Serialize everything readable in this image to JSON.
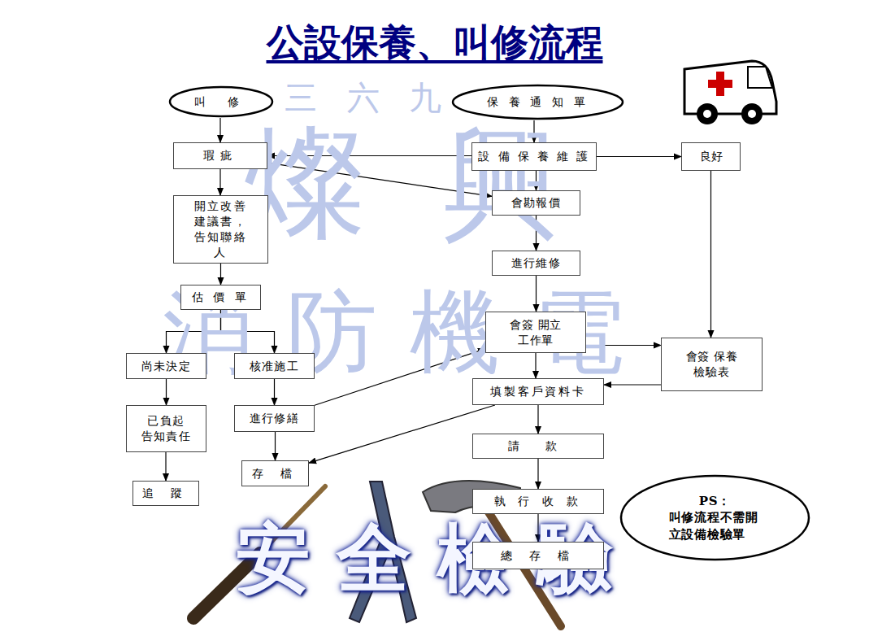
{
  "diagram": {
    "title": "公設保養、叫修流程",
    "nodes": [
      {
        "text": [
          "叫 修"
        ]
      },
      {
        "text": [
          "保 養 通 知 單"
        ]
      },
      {
        "text": [
          "瑕疵"
        ]
      },
      {
        "text": [
          "設 備 保 養 維 護"
        ]
      },
      {
        "text": [
          "良好"
        ]
      },
      {
        "text": [
          "開立改善建議書， 告知聯絡人"
        ]
      },
      {
        "text": [
          "會勘報價"
        ]
      },
      {
        "text": [
          "進行維修"
        ]
      },
      {
        "text": [
          "估 價 單"
        ]
      },
      {
        "text": [
          "會簽 開立工作單"
        ]
      },
      {
        "text": [
          "會簽 保養檢驗表"
        ]
      },
      {
        "text": [
          "尚未決定"
        ]
      },
      {
        "text": [
          "核准施工"
        ]
      },
      {
        "text": [
          "填製客戶資料卡"
        ]
      },
      {
        "text": [
          "已負起 告知責任"
        ]
      },
      {
        "text": [
          "進行修繕"
        ]
      },
      {
        "text": [
          "請 款"
        ]
      },
      {
        "text": [
          "存 檔"
        ]
      },
      {
        "text": [
          "追 蹤"
        ]
      },
      {
        "text": [
          "執 行 收 款"
        ]
      },
      {
        "text": [
          "總 存 檔"
        ]
      },
      {
        "text": [
          "PS：",
          "叫修流程不需開立設備檢驗單"
        ]
      }
    ],
    "edges": [
      {
        "from": 0,
        "to": 2,
        "arrow": "to"
      },
      {
        "from": 1,
        "to": 3,
        "arrow": "to"
      },
      {
        "from": 3,
        "to": 2,
        "arrow": "to"
      },
      {
        "from": 3,
        "to": 4,
        "arrow": "to"
      },
      {
        "from": 2,
        "to": 6,
        "arrow": "to"
      },
      {
        "from": 3,
        "to": 6,
        "arrow": "to"
      },
      {
        "from": 6,
        "to": 7,
        "arrow": "to"
      },
      {
        "from": 7,
        "to": 9,
        "arrow": "to"
      },
      {
        "from": 4,
        "to": 10,
        "arrow": "to"
      },
      {
        "from": 9,
        "to": 10,
        "arrow": "to"
      },
      {
        "from": 10,
        "to": 13,
        "arrow": "to"
      },
      {
        "from": 9,
        "to": 13,
        "arrow": "to"
      },
      {
        "from": 13,
        "to": 16,
        "arrow": "to"
      },
      {
        "from": 16,
        "to": 19,
        "arrow": "to"
      },
      {
        "from": 19,
        "to": 20,
        "arrow": "to"
      },
      {
        "from": 2,
        "to": 5,
        "arrow": "to"
      },
      {
        "from": 5,
        "to": 8,
        "arrow": "to"
      },
      {
        "from": 8,
        "to": 11,
        "arrow": "to"
      },
      {
        "from": 8,
        "to": 12,
        "arrow": "to"
      },
      {
        "from": 11,
        "to": 14,
        "arrow": "to"
      },
      {
        "from": 14,
        "to": 18,
        "arrow": "to"
      },
      {
        "from": 12,
        "to": 15,
        "arrow": "to"
      },
      {
        "from": 15,
        "to": 17,
        "arrow": "to"
      },
      {
        "from": 15,
        "to": 9,
        "arrow": "to"
      },
      {
        "from": 13,
        "to": 17,
        "arrow": "to"
      }
    ],
    "labels": [
      "三 六 九",
      "燦 興",
      "消 防 機 電",
      "安 全 檢 驗"
    ]
  }
}
